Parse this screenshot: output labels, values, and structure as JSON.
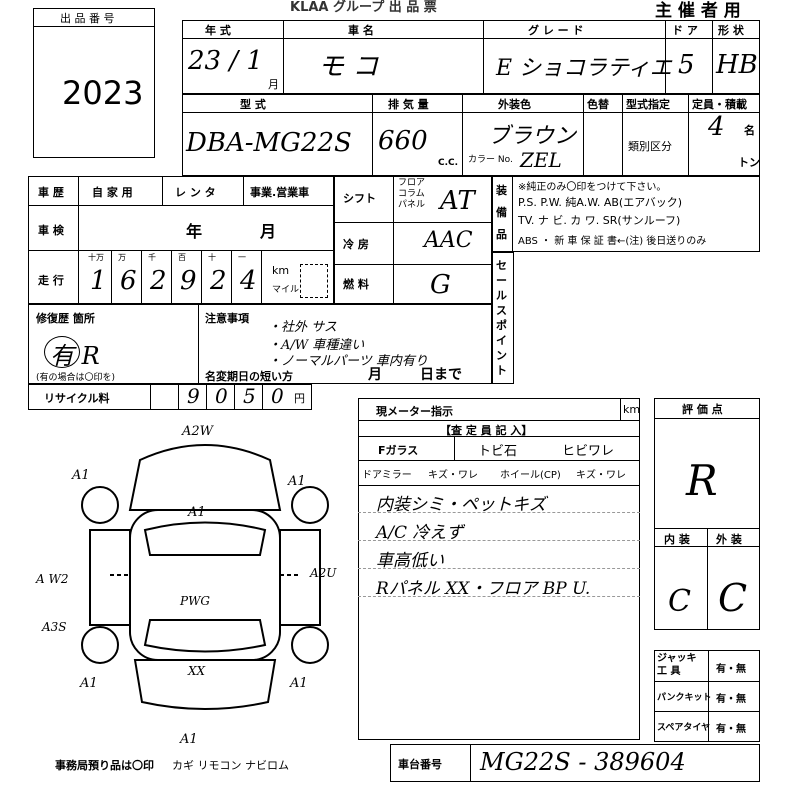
{
  "header": {
    "brand_fragment": "KLAA  グループ  出 品 票",
    "owner_label": "主 催 者 用"
  },
  "lot": {
    "label": "出 品 番 号",
    "number": "2023"
  },
  "row1": {
    "year_label": "年  式",
    "name_label": "車  名",
    "grade_label": "グ レ ー ド",
    "door_label": "ド ア",
    "shape_label": "形 状",
    "year_value": "23 / 1",
    "month_suffix": "月",
    "name_value": "モ コ",
    "grade_value": "E ショコラティエ",
    "door_value": "5",
    "shape_value": "HB"
  },
  "row2": {
    "model_label": "型  式",
    "displacement_label": "排 気 量",
    "color_label": "外装色",
    "color_replaced_label": "色替",
    "type_designation_label": "型式指定",
    "capacity_label": "定員・積載",
    "model_value": "DBA-MG22S",
    "displacement_value": "660",
    "cc_unit": "C.C.",
    "color_value": "ブラウン",
    "color_no_label": "カラー No.",
    "color_no_value": "ZEL",
    "category_label": "類別区分",
    "capacity_value": "4",
    "capacity_unit": "名",
    "load_unit": "トン"
  },
  "history": {
    "label": "車 歴",
    "private": "自 家 用",
    "rental": "レ ン タ",
    "business": "事業.営業車"
  },
  "inspection": {
    "label": "車 検",
    "year": "年",
    "month": "月"
  },
  "mileage": {
    "label": "走 行",
    "units": [
      "十万",
      "万",
      "千",
      "百",
      "十",
      "一"
    ],
    "digits": [
      "1",
      "6",
      "2",
      "9",
      "2",
      "4"
    ],
    "km": "km",
    "mile": "マイル"
  },
  "shift": {
    "label": "シフト",
    "options": "フロア コラム パネル",
    "value": "AT"
  },
  "aircon": {
    "label": "冷 房",
    "value": "AAC"
  },
  "fuel": {
    "label": "燃 料",
    "value": "G"
  },
  "equipment": {
    "label": "装 備 品",
    "note": "※純正のみ〇印をつけて下さい。",
    "line1": "P.S. P.W. 純A.W. AB(エアバック)",
    "line2": "TV. ナ ビ. カ ワ. SR(サンルーフ)",
    "line3": "ABS ・ 新 車 保 証 書←(注) 後日送りのみ"
  },
  "sales_point": {
    "label": "セールスポイント"
  },
  "repair": {
    "label": "修復歴 箇所",
    "value": "有 R",
    "note": "(有の場合は〇印を)"
  },
  "notes": {
    "label": "注意事項",
    "line1": "・社外 サス",
    "line2": "・A/W 車種違い",
    "line3": "・ノーマルパーツ 車内有り",
    "deadline_label": "名変期日の短い方",
    "deadline_month": "月",
    "deadline_day": "日まで"
  },
  "recycle": {
    "label": "リサイクル料",
    "digits": [
      "9",
      "0",
      "5",
      "0"
    ],
    "unit": "円"
  },
  "current_meter": {
    "label": "現メーター指示",
    "unit": "km"
  },
  "inspector": {
    "title": "【査 定 員 記 入】",
    "glass_label": "Fガラス",
    "glass_chip": "トビ石",
    "glass_crack": "ヒビワレ",
    "mirror_label": "ドアミラー",
    "mirror_value": "キズ・ワレ",
    "wheel_label": "ホイール(CP)",
    "wheel_value": "キズ・ワレ",
    "comment1": "内装シミ・ペットキズ",
    "comment2": "A/C 冷えず",
    "comment3": "車高低い",
    "comment4": "Rパネル XX・フロア BP U."
  },
  "score": {
    "label": "評 価 点",
    "value": "R",
    "interior_label": "内 装",
    "exterior_label": "外 装",
    "interior_value": "C",
    "exterior_value": "C"
  },
  "tools": {
    "jack_label": "ジャッキ 工 具",
    "puncture_label": "パンクキット",
    "spare_label": "スペアタイヤ",
    "choice": "有・無"
  },
  "diagram_marks": {
    "front": "A2W",
    "front_left": "A1",
    "front_right": "A1",
    "roof": "A1",
    "left_side1": "A W2",
    "left_side2": "A3S",
    "right_side": "A2U",
    "center": "PWG",
    "rear_left": "A1",
    "rear_right": "A1",
    "rear_center": "XX",
    "rear": "A1"
  },
  "footer": {
    "office_note": "事務局預り品は〇印",
    "items": "カギ リモコン ナビロム",
    "chassis_label": "車台番号",
    "chassis_value": "MG22S - 389604"
  }
}
